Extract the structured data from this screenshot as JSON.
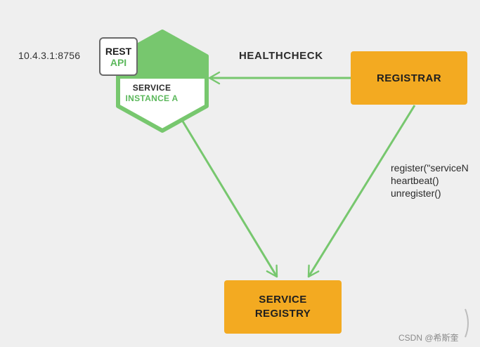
{
  "instance": {
    "address": "10.4.3.1:8756",
    "rest_line1": "REST",
    "rest_line2": "API",
    "service_line1": "SERVICE",
    "service_line2": "INSTANCE A"
  },
  "healthcheck_label": "HEALTHCHECK",
  "registrar": {
    "label": "REGISTRAR"
  },
  "registry": {
    "line1": "SERVICE",
    "line2": "REGISTRY"
  },
  "api_calls": [
    "register(\"serviceN",
    "heartbeat()",
    "unregister()"
  ],
  "watermark": "CSDN @希斯奎",
  "colors": {
    "background": "#efefef",
    "accent_green": "#77c76e",
    "box_orange": "#f3aa21",
    "text_dark": "#2b2b2b"
  }
}
